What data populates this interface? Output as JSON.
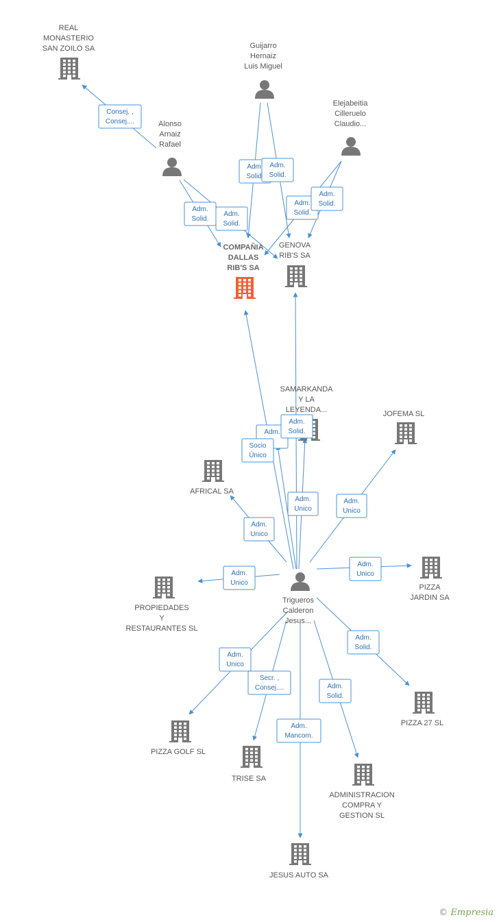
{
  "colors": {
    "edge": "#4a90d9",
    "building": "#777777",
    "focus_building": "#f26234",
    "person": "#777777"
  },
  "nodes": [
    {
      "id": "real",
      "kind": "company",
      "lines": [
        "REAL",
        "MONASTERIO",
        "SAN ZOILO SA"
      ]
    },
    {
      "id": "guijarro",
      "kind": "person",
      "lines": [
        "Guijarro",
        "Hernaiz",
        "Luis Miguel"
      ]
    },
    {
      "id": "elejabeitia",
      "kind": "person",
      "lines": [
        "Elejabeitia",
        "Cilleruelo",
        "Claudio..."
      ]
    },
    {
      "id": "alonso",
      "kind": "person",
      "lines": [
        "Alonso",
        "Arnaiz",
        "Rafael"
      ]
    },
    {
      "id": "dallas",
      "kind": "focus",
      "lines": [
        "COMPAÑIA",
        "DALLAS",
        "RIB'S SA"
      ]
    },
    {
      "id": "genova",
      "kind": "company",
      "lines": [
        "GENOVA",
        "RIB'S SA"
      ]
    },
    {
      "id": "samarkanda",
      "kind": "company",
      "lines": [
        "SAMARKANDA",
        "Y LA",
        "LEYENDA..."
      ]
    },
    {
      "id": "jofema",
      "kind": "company",
      "lines": [
        "JOFEMA SL"
      ]
    },
    {
      "id": "africal",
      "kind": "company",
      "lines": [
        "AFRICAL SA"
      ]
    },
    {
      "id": "trigueros",
      "kind": "person",
      "lines": [
        "Trigueros",
        "Calderon",
        "Jesus..."
      ]
    },
    {
      "id": "propiedades",
      "kind": "company",
      "lines": [
        "PROPIEDADES",
        "Y",
        "RESTAURANTES SL"
      ]
    },
    {
      "id": "pizzajardin",
      "kind": "company",
      "lines": [
        "PIZZA",
        "JARDIN SA"
      ]
    },
    {
      "id": "pizza27",
      "kind": "company",
      "lines": [
        "PIZZA 27 SL"
      ]
    },
    {
      "id": "pizzagolf",
      "kind": "company",
      "lines": [
        "PIZZA GOLF SL"
      ]
    },
    {
      "id": "trise",
      "kind": "company",
      "lines": [
        "TRISE SA"
      ]
    },
    {
      "id": "admin",
      "kind": "company",
      "lines": [
        "ADMINISTRACION",
        "COMPRA Y",
        "GESTION SL"
      ]
    },
    {
      "id": "jesusauto",
      "kind": "company",
      "lines": [
        "JESUS AUTO SA"
      ]
    }
  ],
  "edges": [
    {
      "from": "alonso",
      "to": "real",
      "label": [
        "Consej. ,",
        "Consej...."
      ]
    },
    {
      "from": "guijarro",
      "to": "dallas",
      "label": [
        "Adm.",
        "Solid."
      ]
    },
    {
      "from": "guijarro",
      "to": "genova",
      "label": [
        "Adm.",
        "Solid."
      ]
    },
    {
      "from": "alonso",
      "to": "dallas",
      "label": [
        "Adm.",
        "Solid."
      ]
    },
    {
      "from": "alonso",
      "to": "genova",
      "label": [
        "Adm.",
        "Solid."
      ]
    },
    {
      "from": "elejabeitia",
      "to": "dallas",
      "label": [
        "Adm.",
        "Solid."
      ]
    },
    {
      "from": "elejabeitia",
      "to": "genova",
      "label": [
        "Adm.",
        "Solid."
      ]
    },
    {
      "from": "trigueros",
      "to": "dallas",
      "label": [
        "Adm.",
        ""
      ]
    },
    {
      "from": "trigueros",
      "to": "genova",
      "label": [
        "Adm.",
        "Solid."
      ]
    },
    {
      "from": "trigueros",
      "to": "samarkanda",
      "label": [
        "Socio",
        "Único"
      ]
    },
    {
      "from": "trigueros",
      "to": "samarkanda",
      "label": [
        "Adm.",
        "Unico"
      ]
    },
    {
      "from": "trigueros",
      "to": "jofema",
      "label": [
        "Adm.",
        "Unico"
      ]
    },
    {
      "from": "trigueros",
      "to": "africal",
      "label": [
        "Adm.",
        "Unico"
      ]
    },
    {
      "from": "trigueros",
      "to": "propiedades",
      "label": [
        "Adm.",
        "Unico"
      ]
    },
    {
      "from": "trigueros",
      "to": "pizzajardin",
      "label": [
        "Adm.",
        "Unico"
      ]
    },
    {
      "from": "trigueros",
      "to": "pizza27",
      "label": [
        "Adm.",
        "Solid."
      ]
    },
    {
      "from": "trigueros",
      "to": "pizzagolf",
      "label": [
        "Adm.",
        "Unico"
      ]
    },
    {
      "from": "trigueros",
      "to": "trise",
      "label": [
        "Secr. ,",
        "Consej...."
      ]
    },
    {
      "from": "trigueros",
      "to": "admin",
      "label": [
        "Adm.",
        "Solid."
      ]
    },
    {
      "from": "trigueros",
      "to": "jesusauto",
      "label": [
        "Adm.",
        "Mancom."
      ]
    }
  ],
  "footer": {
    "copyright": "©",
    "brand": "Empresia"
  }
}
